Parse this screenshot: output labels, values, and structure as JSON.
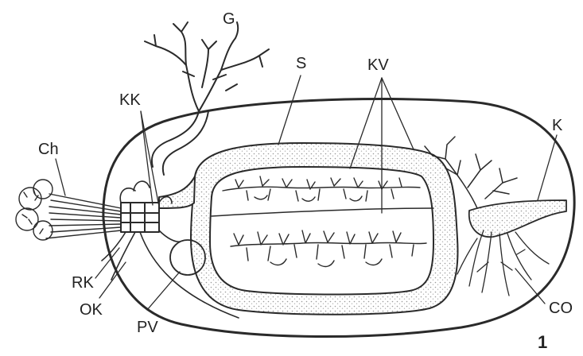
{
  "labels": {
    "G": "G",
    "S": "S",
    "KV": "KV",
    "KK": "KK",
    "K": "K",
    "Ch": "Ch",
    "RK": "RK",
    "OK": "OK",
    "PV": "PV",
    "CO": "CO"
  },
  "figure_number": "1",
  "colors": {
    "ink": "#2a2a2a",
    "stipple": "#b9b9b9",
    "paper": "#ffffff"
  }
}
